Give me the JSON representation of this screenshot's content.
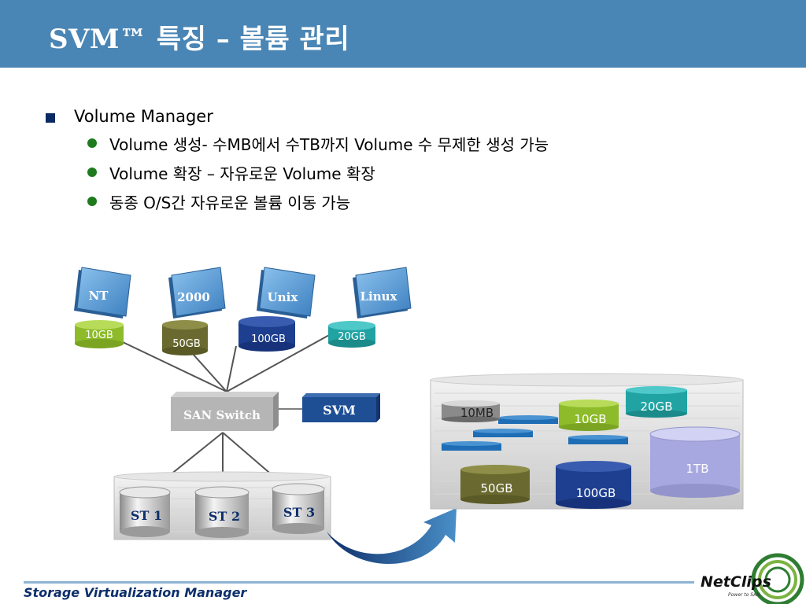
{
  "title": "SVM™ 특징 – 볼륨 관리",
  "bullets": {
    "level1": "Volume Manager",
    "level2": [
      "Volume 생성- 수MB에서 수TB까지 Volume 수 무제한 생성 가능",
      "Volume 확장 – 자유로운 Volume 확장",
      "동종 O/S간 자유로운 볼륨 이동 가능"
    ]
  },
  "diagram": {
    "hosts": [
      {
        "label": "NT",
        "volume": "10GB"
      },
      {
        "label": "2000",
        "volume": "50GB"
      },
      {
        "label": "Unix",
        "volume": "100GB"
      },
      {
        "label": "Linux",
        "volume": "20GB"
      }
    ],
    "switch_label": "SAN Switch",
    "svm_label": "SVM",
    "storage": [
      "ST 1",
      "ST 2",
      "ST 3"
    ],
    "pool_volumes": {
      "v10mb": "10MB",
      "v10gb": "10GB",
      "v20gb": "20GB",
      "v50gb": "50GB",
      "v100gb": "100GB",
      "v1tb": "1TB"
    }
  },
  "footer": {
    "text": "Storage Virtualization Manager",
    "logo_text": "NetClips",
    "logo_tagline": "Power to SAN"
  },
  "colors": {
    "header": "#4a86b5",
    "host_panel": "#5c9fd6",
    "switch": "#b5b5b5",
    "svm_box": "#1e4f94",
    "green": "#8dbb2a",
    "olive": "#6a6a30",
    "navy": "#1e3f8f",
    "teal": "#22a3a3",
    "lavender": "#a8a8e0"
  }
}
